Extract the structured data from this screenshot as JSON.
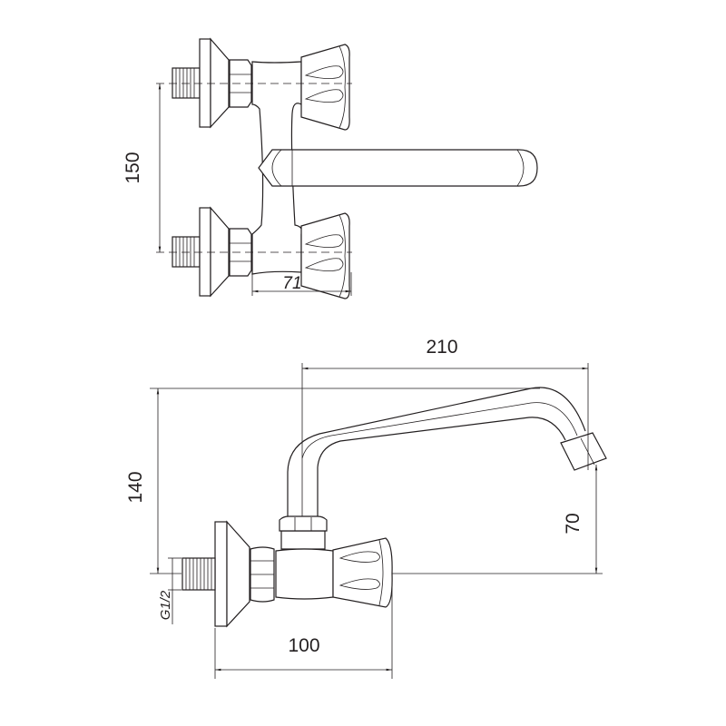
{
  "top_view": {
    "dimensions": {
      "centers_distance": "150",
      "body_depth": "71"
    }
  },
  "side_view": {
    "dimensions": {
      "spout_reach": "210",
      "total_height": "140",
      "outlet_height": "70",
      "projection": "100",
      "thread": "G1/2"
    }
  },
  "colors": {
    "line": "#231f20",
    "background": "#ffffff"
  }
}
